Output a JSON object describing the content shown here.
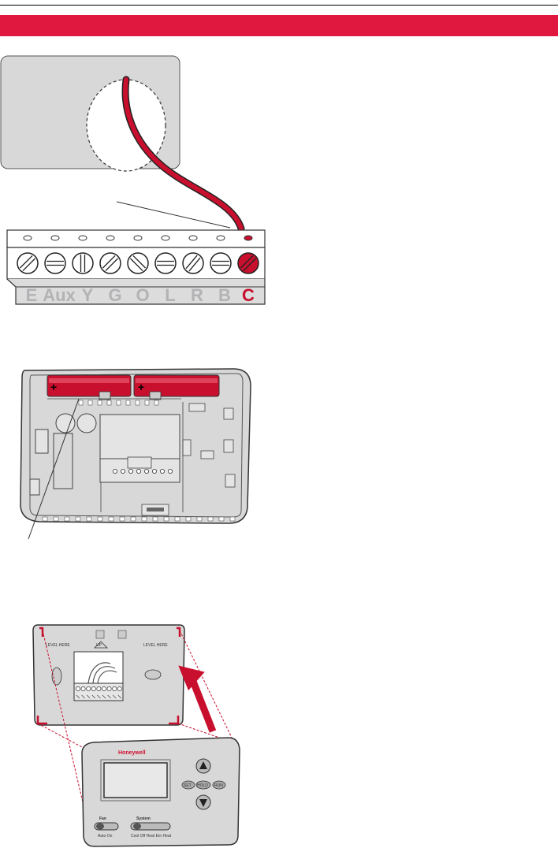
{
  "terminals": [
    {
      "label": "E"
    },
    {
      "label": "Aux"
    },
    {
      "label": "Y"
    },
    {
      "label": "G"
    },
    {
      "label": "O"
    },
    {
      "label": "L"
    },
    {
      "label": "R"
    },
    {
      "label": "B"
    },
    {
      "label": "C"
    }
  ],
  "colors": {
    "accent": "#e0173f",
    "wire": "#c8102e",
    "panel": "#d8d8d9",
    "terminal_text": "#b3b3b5"
  },
  "battery": {
    "plus_left": "+",
    "plus_right": "+"
  },
  "wallplate": {
    "level_left": "LEVEL HERE",
    "level_right": "LEVEL HERE",
    "up": "UP"
  },
  "thermostat": {
    "brand": "Honeywell",
    "buttons": {
      "set": "SET",
      "hold": "HOLD",
      "run": "RUN"
    },
    "fan_label": "Fan",
    "fan_options": "Auto On",
    "system_label": "System",
    "system_options": "Cool Off Heat Em Heat"
  }
}
